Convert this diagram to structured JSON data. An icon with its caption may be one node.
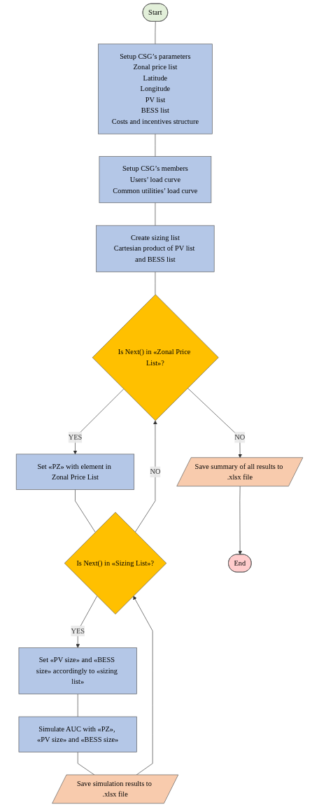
{
  "diagram": {
    "nodes": [
      {
        "text": [
          "Start"
        ]
      },
      {
        "text": [
          "Setup CSG’s parameters",
          "Zonal price list",
          "Latitude",
          "Longitude",
          "PV list",
          "BESS list",
          "Costs and incentives structure"
        ]
      },
      {
        "text": [
          "Setup CSG’s members",
          "Users’ load curve",
          "Common utilities’ load curve"
        ]
      },
      {
        "text": [
          "Create sizing list",
          "Cartesian product of PV list and BESS list"
        ]
      },
      {
        "text": [
          "Is Next() in «Zonal Price List»?"
        ]
      },
      {
        "text": [
          "Set «PZ» with element in Zonal Price List"
        ]
      },
      {
        "text": [
          "Is Next() in «Sizing List»?"
        ]
      },
      {
        "text": [
          "Set «PV size» and «BESS size» accordingly to «sizing list»"
        ]
      },
      {
        "text": [
          "Simulate AUC with «PZ», «PV size» and «BESS size»"
        ]
      },
      {
        "text": [
          "Save simulation results to .xlsx file"
        ]
      },
      {
        "text": [
          "Save summary of all results to .xlsx file"
        ]
      },
      {
        "text": [
          "End"
        ]
      }
    ],
    "edges": [
      {
        "from": 0,
        "to": 1,
        "arrow": "none"
      },
      {
        "from": 1,
        "to": 2,
        "arrow": "none"
      },
      {
        "from": 2,
        "to": 3,
        "arrow": "none"
      },
      {
        "from": 3,
        "to": 4,
        "arrow": "none"
      },
      {
        "from": 4,
        "to": 5,
        "arrow": "to",
        "label": "YES"
      },
      {
        "from": 5,
        "to": 6,
        "arrow": "none"
      },
      {
        "from": 6,
        "to": 7,
        "arrow": "to",
        "label": "YES"
      },
      {
        "from": 7,
        "to": 8,
        "arrow": "none"
      },
      {
        "from": 8,
        "to": 9,
        "arrow": "none"
      },
      {
        "from": 9,
        "to": 6,
        "arrow": "to"
      },
      {
        "from": 6,
        "to": 4,
        "arrow": "to",
        "label": "NO"
      },
      {
        "from": 4,
        "to": 10,
        "arrow": "to",
        "label": "NO"
      },
      {
        "from": 10,
        "to": 11,
        "arrow": "to"
      }
    ]
  }
}
